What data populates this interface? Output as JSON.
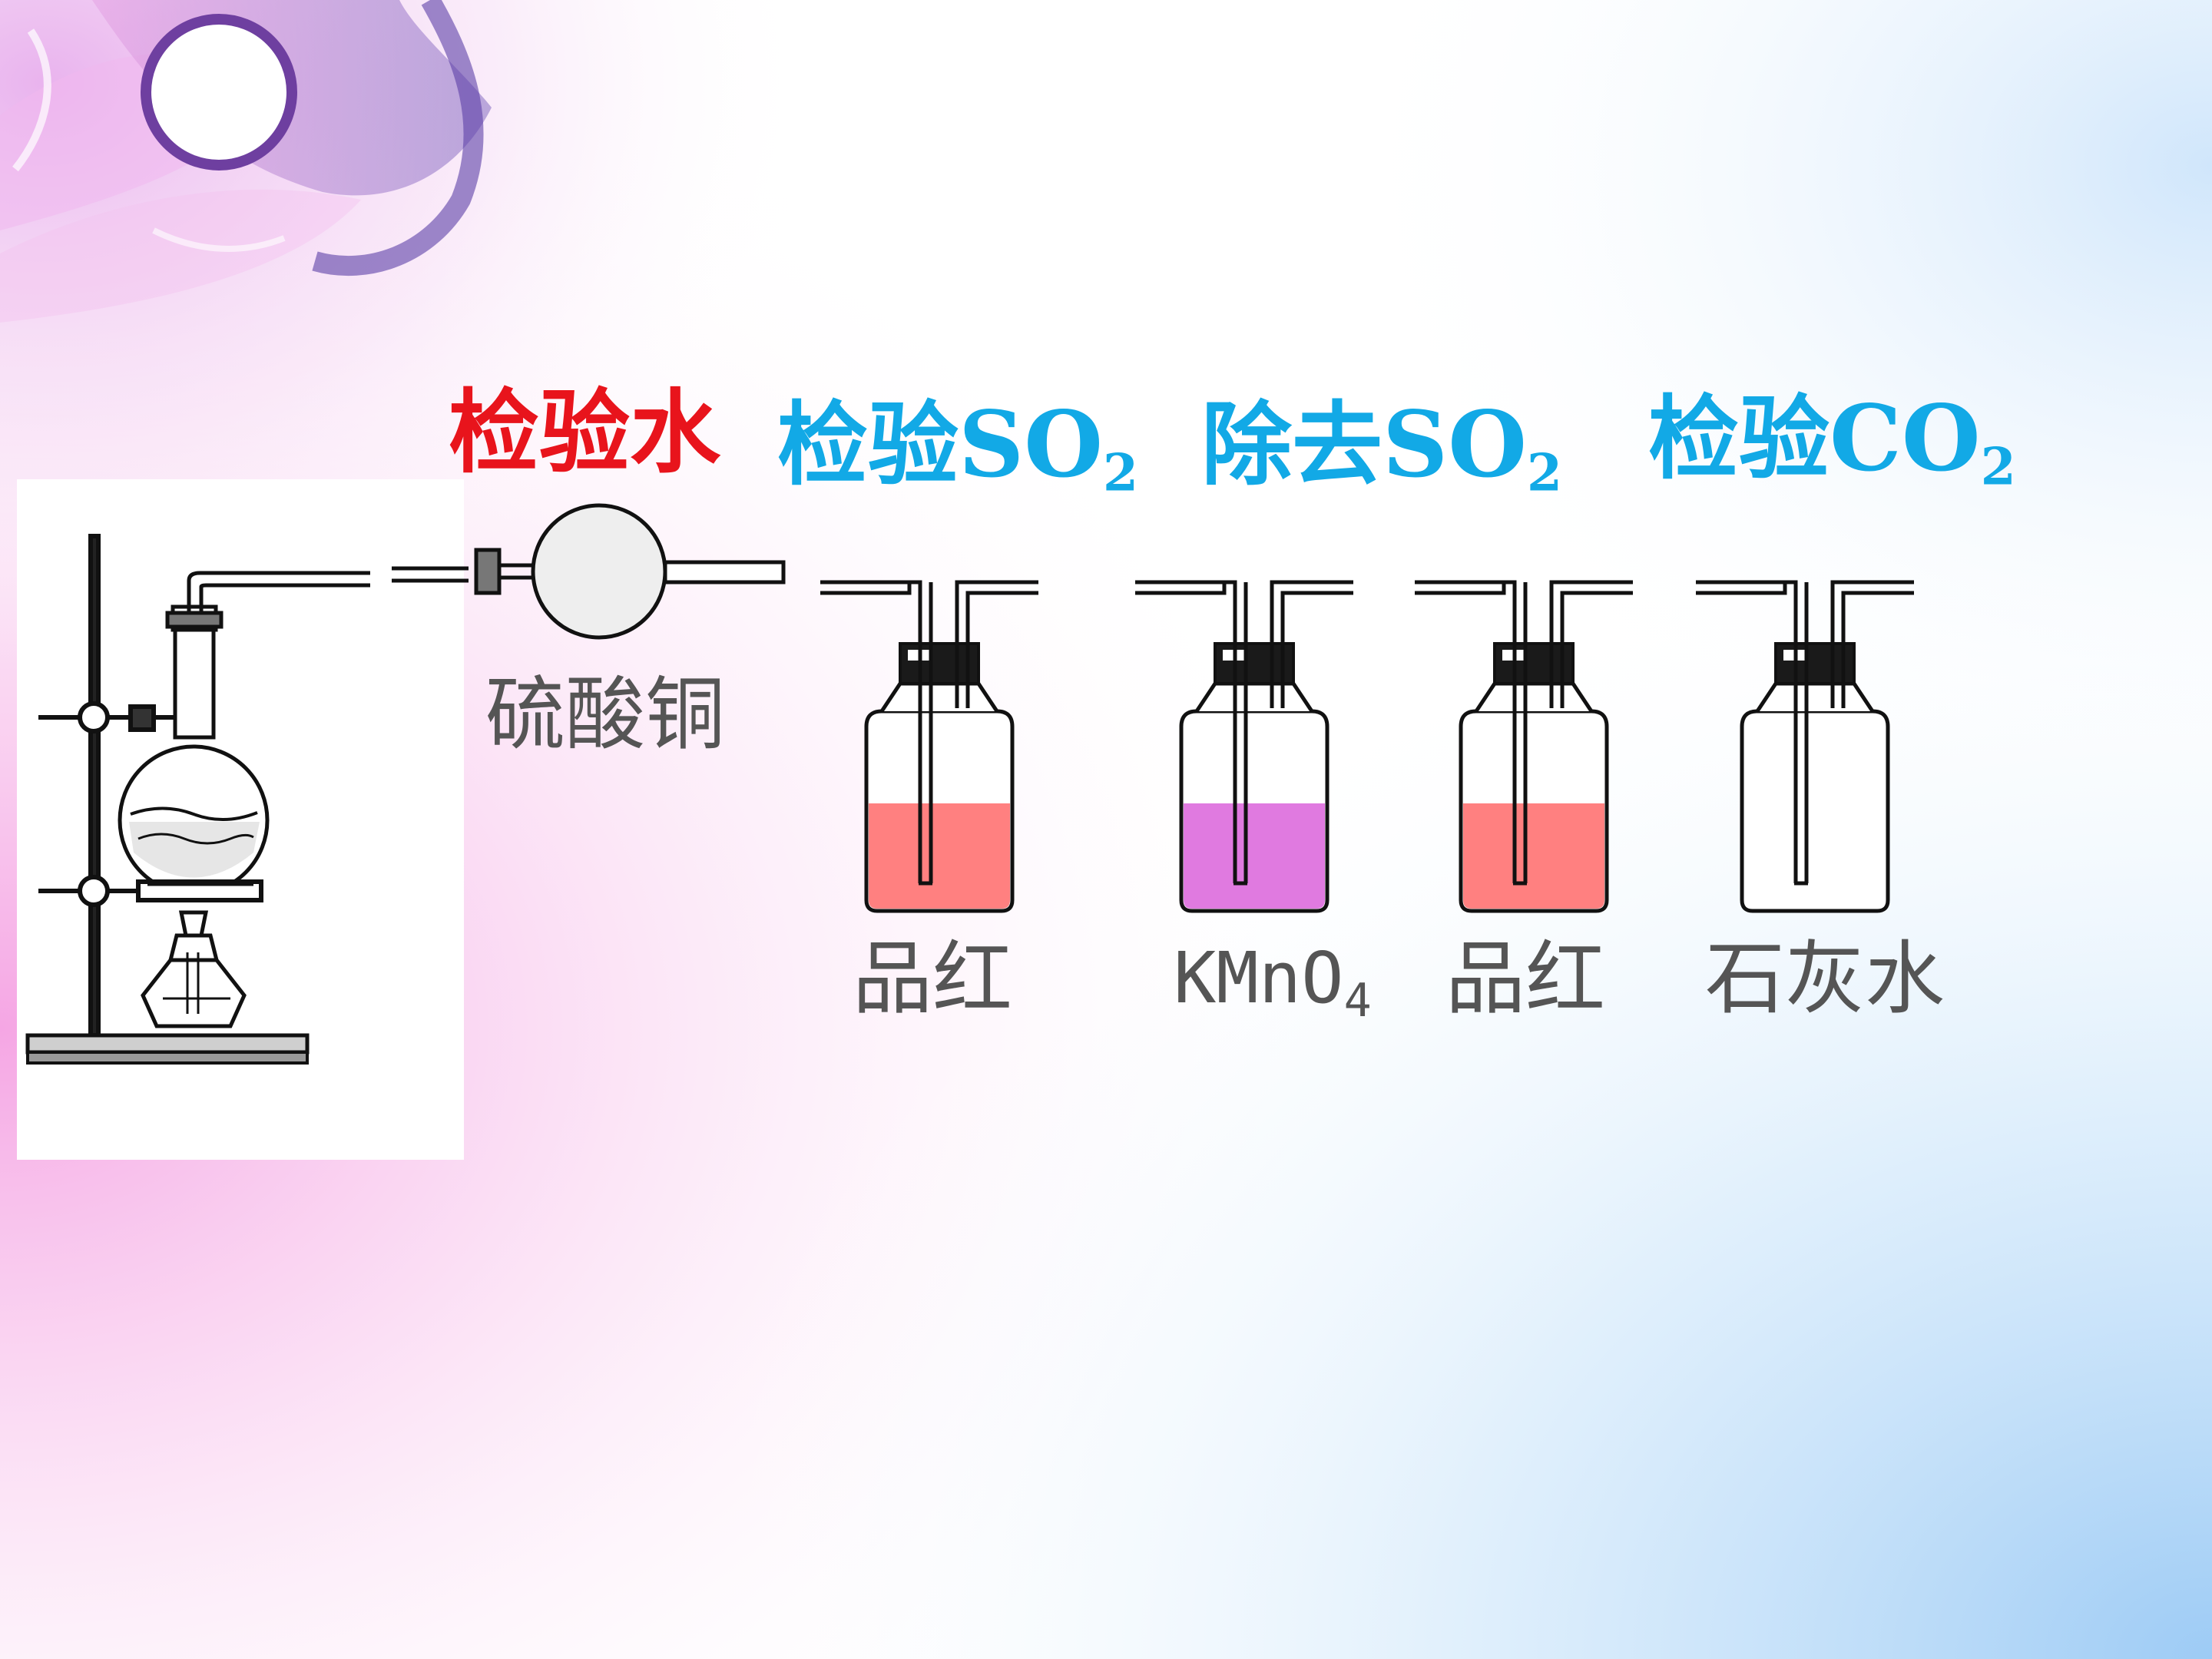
{
  "slide": {
    "headings": {
      "detect_water": "检验水",
      "detect_so2_prefix": "检验SO",
      "detect_so2_sub": "2",
      "remove_so2_prefix": "除去SO",
      "remove_so2_sub": "2",
      "detect_co2_prefix": "检验CO",
      "detect_co2_sub": "2"
    },
    "labels": {
      "copper_sulfate": "硫酸铜",
      "bottle1": "品红",
      "bottle2_prefix": "KMnO",
      "bottle2_sub": "4",
      "bottle3": "品红",
      "bottle4": "石灰水"
    },
    "colors": {
      "heading_red": "#e8141c",
      "heading_blue": "#12a9e6",
      "label_gray": "#555555",
      "magenta_solution": "#ff8080",
      "kmno4_solution": "#e07ae0",
      "stopper": "#1a1a1a",
      "background_pink": "#f7a9e6",
      "background_blue": "#b6d9f7"
    }
  }
}
